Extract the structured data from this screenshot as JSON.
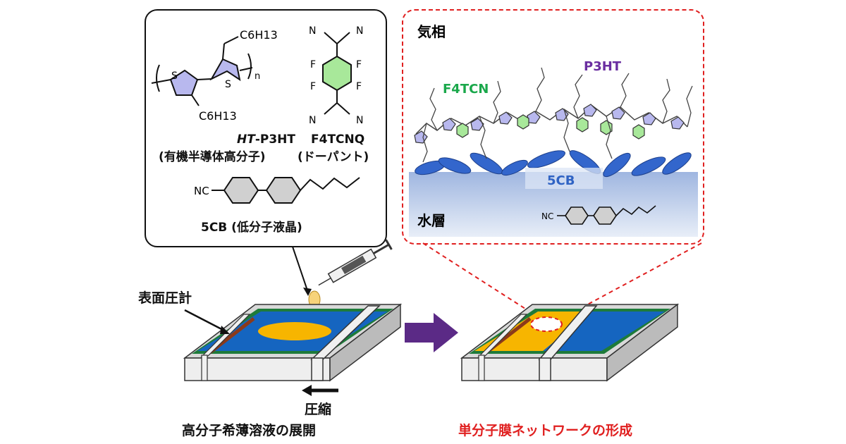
{
  "structures": {
    "p3ht_name_italic": "HT",
    "p3ht_name_rest": "-P3HT",
    "p3ht_desc": "(有機半導体高分子)",
    "f4tcnq_name": "F4TCNQ",
    "f4tcnq_desc": "(ドーパント)",
    "cb_label": "5CB (低分子液晶)",
    "c6h13_top": "C6H13",
    "c6h13_bottom": "C6H13",
    "repeat_n": "n",
    "sulfur": "S",
    "fluorine": "F",
    "nitrile": "N",
    "nc_group": "NC"
  },
  "zoom": {
    "gas_phase": "気相",
    "water_layer": "水層",
    "f4tcn_label": "F4TCN",
    "p3ht_label": "P3HT",
    "cb_label": "5CB",
    "nc_group": "NC",
    "colors": {
      "f4tcn": "#1aa84b",
      "p3ht": "#6a2ea0",
      "cb": "#2f63c4"
    }
  },
  "trough": {
    "surface_pressure_meter": "表面圧計",
    "compression": "圧縮",
    "caption_left": "高分子希薄溶液の展開",
    "caption_right": "単分子膜ネットワークの形成"
  },
  "colors": {
    "water": "#1565c0",
    "film": "#f7b500",
    "edge_green": "#1e7b3a",
    "arrow_purple": "#5b2a86",
    "highlight_red": "#e02020",
    "ring_lavender": "#b8b8ee",
    "ring_green": "#a8e89a"
  }
}
